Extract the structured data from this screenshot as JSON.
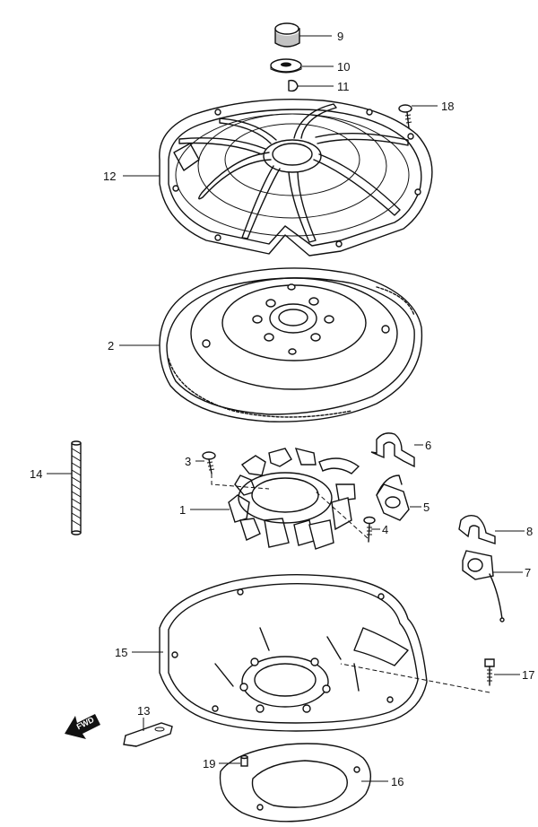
{
  "diagram": {
    "type": "exploded-parts-diagram",
    "parts": [
      {
        "number": "1"
      },
      {
        "number": "2"
      },
      {
        "number": "3"
      },
      {
        "number": "4"
      },
      {
        "number": "5"
      },
      {
        "number": "6"
      },
      {
        "number": "7"
      },
      {
        "number": "8"
      },
      {
        "number": "9"
      },
      {
        "number": "10"
      },
      {
        "number": "11"
      },
      {
        "number": "12"
      },
      {
        "number": "13"
      },
      {
        "number": "14"
      },
      {
        "number": "15"
      },
      {
        "number": "16"
      },
      {
        "number": "17"
      },
      {
        "number": "18"
      },
      {
        "number": "19"
      }
    ],
    "direction_marker": "FWD"
  }
}
